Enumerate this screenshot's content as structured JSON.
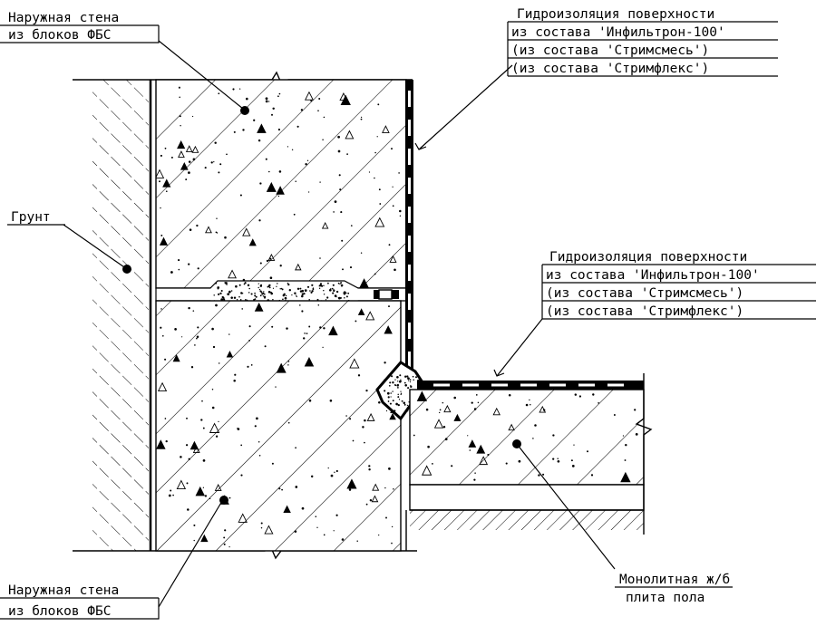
{
  "labels": {
    "wall_top": {
      "line1": "Наружная стена",
      "line2": "из блоков ФБС"
    },
    "wall_bottom": {
      "line1": "Наружная стена",
      "line2": "из блоков ФБС"
    },
    "soil": "Грунт",
    "waterproof_wall": {
      "title": "Гидроизоляция поверхности",
      "lines": [
        "из состава 'Инфильтрон-100'",
        "(из состава 'Стримсмесь')",
        "(из состава 'Стримфлекс')"
      ]
    },
    "waterproof_floor": {
      "title": "Гидроизоляция поверхности",
      "lines": [
        "из состава 'Инфильтрон-100'",
        "(из состава 'Стримсмесь')",
        "(из состава 'Стримфлекс')"
      ]
    },
    "slab": {
      "line1": "Монолитная ж/б",
      "line2": "плита пола"
    }
  },
  "colors": {
    "ink": "#000000",
    "paper": "#ffffff"
  }
}
